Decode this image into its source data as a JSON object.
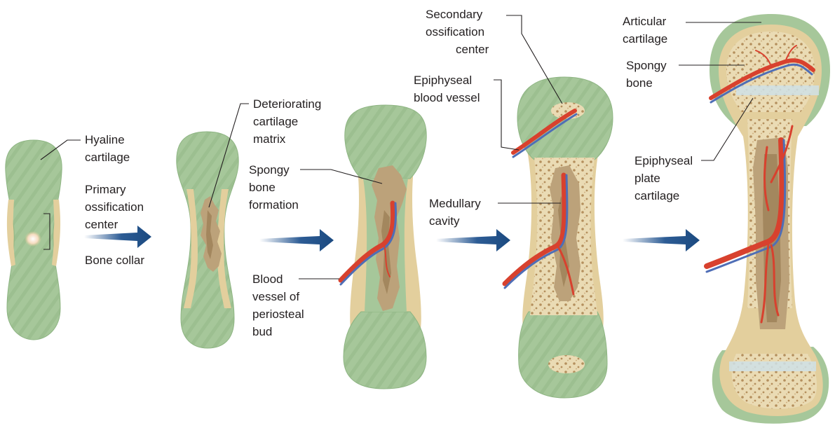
{
  "labels": {
    "hyaline_cartilage": [
      "Hyaline",
      "cartilage"
    ],
    "primary_ossification_center": [
      "Primary",
      "ossification",
      "center"
    ],
    "bone_collar": [
      "Bone collar"
    ],
    "deteriorating_cartilage_matrix": [
      "Deteriorating",
      "cartilage",
      "matrix"
    ],
    "spongy_bone_formation": [
      "Spongy",
      "bone",
      "formation"
    ],
    "blood_vessel_periosteal_bud": [
      "Blood",
      "vessel of",
      "periosteal",
      "bud"
    ],
    "secondary_ossification_center": [
      "Secondary",
      "ossification",
      "center"
    ],
    "epiphyseal_blood_vessel": [
      "Epiphyseal",
      "blood vessel"
    ],
    "medullary_cavity": [
      "Medullary",
      "cavity"
    ],
    "articular_cartilage": [
      "Articular",
      "cartilage"
    ],
    "spongy_bone": [
      "Spongy",
      "bone"
    ],
    "epiphyseal_plate_cartilage": [
      "Epiphyseal",
      "plate",
      "cartilage"
    ]
  },
  "colors": {
    "cartilage": "#a6c79a",
    "bone_collar": "#e3cf9d",
    "spongy_bone": "#eadbb4",
    "cavity": "#bca27a",
    "artery": "#d8412e",
    "vein": "#4f6eb6",
    "arrow": "#1f4e85"
  }
}
